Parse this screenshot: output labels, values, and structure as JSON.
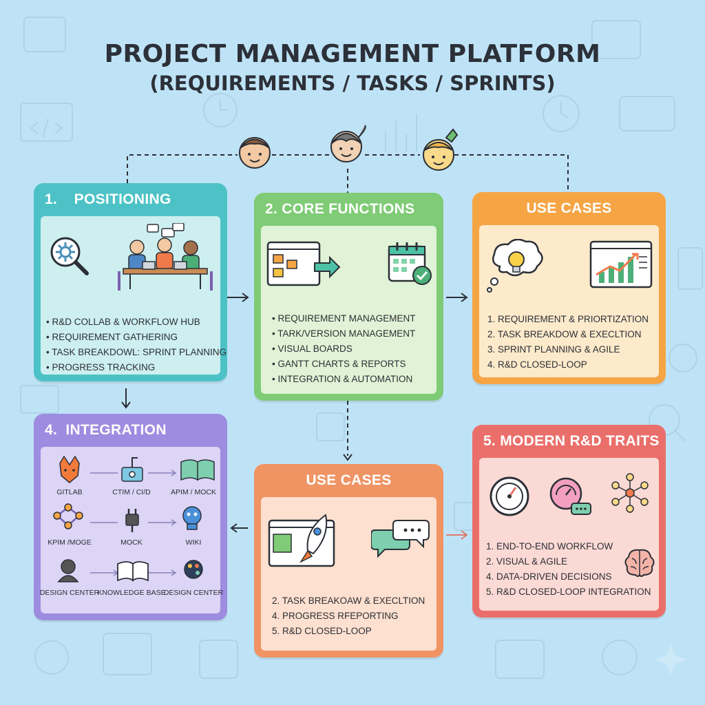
{
  "title": "PROJECT MANAGEMENT PLATFORM",
  "subtitle": "(REQUIREMENTS / TASKS / SPRINTS)",
  "cards": {
    "positioning": {
      "heading": "1.    POSITIONING",
      "items": [
        "R&D COLLAB & WORKFLOW HUB",
        "REQUIREMENT GATHERING",
        "TASK BREAKDOWL: SPRINT PLANNING",
        "PROGRESS TRACKING"
      ]
    },
    "core": {
      "heading": "2. CORE FUNCTIONS",
      "items": [
        "REQUIREMENT MANAGEMENT",
        "TARK/VERSION MANAGEMENT",
        "VISUAL BOARDS",
        "GANTT CHARTS & REPORTS",
        "INTEGRATION & AUTOMATION"
      ]
    },
    "usecases_top": {
      "heading": "USE CASES",
      "items": [
        "1. REQUIREMENT & PRIORTIZATION",
        "2. TASK BREAKDOW & EXECLTION",
        "3. SPRINT PLANNING & AGILE",
        "4. R&D CLOSED-LOOP"
      ]
    },
    "integration": {
      "heading": "4.  INTEGRATION",
      "labels": [
        "GITLAB",
        "CTIM / CI/D",
        "APIM / MOCK",
        "KPIM /MOGE",
        "MOCK",
        "WIKI",
        "DESIGN CENTER",
        "KNOWLEDGE BASE",
        "DESIGN CENTER"
      ]
    },
    "usecases_bottom": {
      "heading": "USE CASES",
      "items": [
        "2. TASK BREAKOAW & EXECLTION",
        "4. PROGRESS RFEPORTING",
        "5. R&D CLOSED-LOOP"
      ]
    },
    "traits": {
      "heading": "5. MODERN R&D TRAITS",
      "items": [
        "1. END-TO-END WORKFLOW",
        "2. VISUAL & AGILE",
        "4. DATA-DRIVEN DECISIONS",
        "5. R&D CLOSED-LOOP INTEGRATION"
      ]
    }
  },
  "colors": {
    "background": "#bfe3f6",
    "positioning": "#4dc2c6",
    "core": "#7fcb76",
    "usecases_top": "#f6a545",
    "integration": "#9d8ce0",
    "usecases_bottom": "#f09464",
    "traits": "#ea6f6a"
  }
}
